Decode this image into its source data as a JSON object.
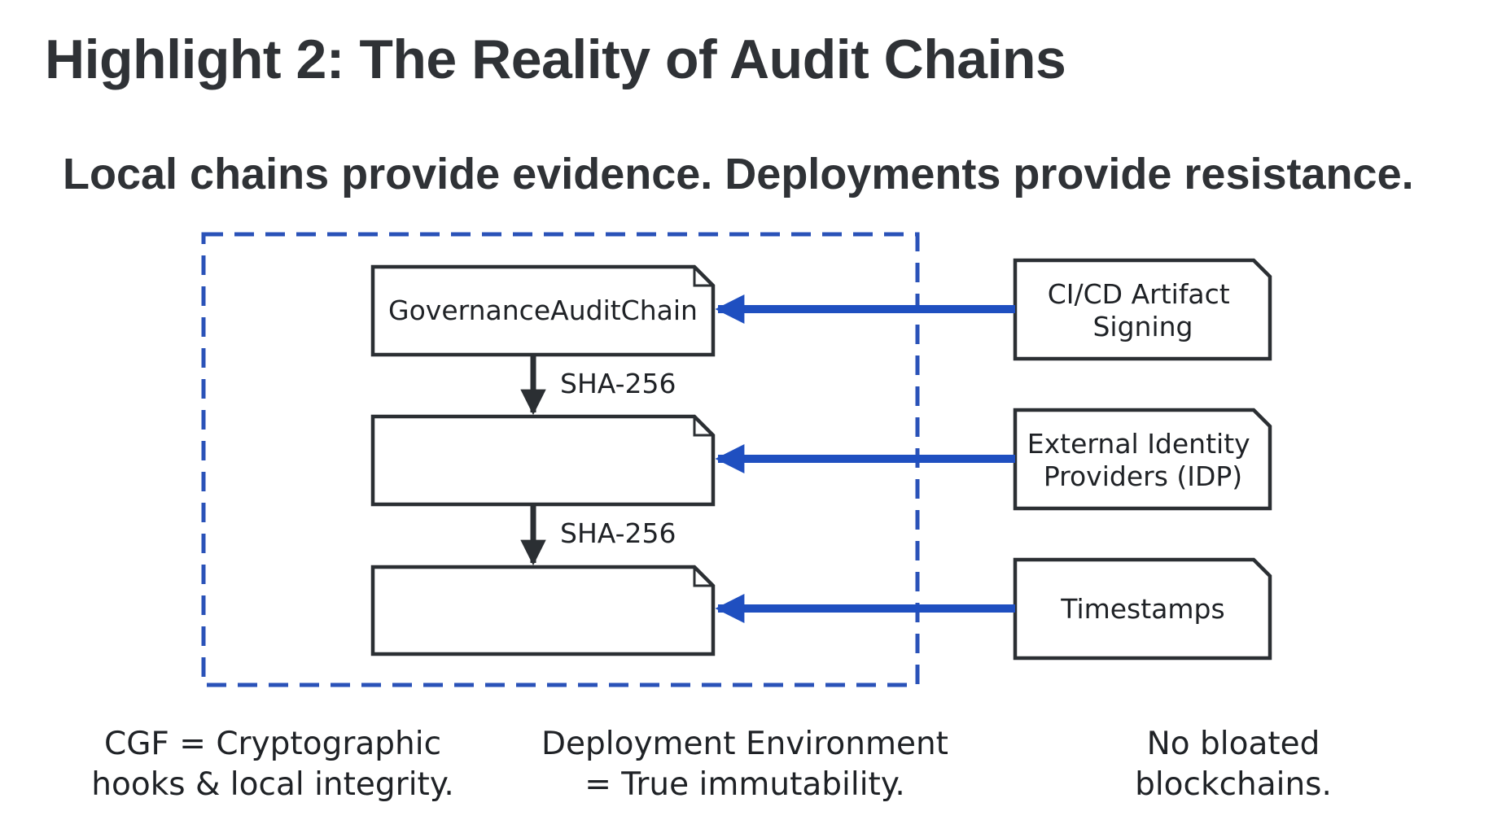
{
  "title": "Highlight 2: The Reality of Audit Chains",
  "subtitle": "Local chains provide evidence. Deployments provide resistance.",
  "chain": {
    "blocks": [
      "GovernanceAuditChain",
      "",
      ""
    ],
    "links": [
      "SHA-256",
      "SHA-256"
    ]
  },
  "external": {
    "nodes": [
      [
        "CI/CD Artifact",
        "Signing"
      ],
      [
        "External Identity",
        "Providers (IDP)"
      ],
      [
        "Timestamps"
      ]
    ]
  },
  "captions": {
    "left": "CGF = Cryptographic\nhooks & local integrity.",
    "middle": "Deployment Environment\n= True immutability.",
    "right": "No bloated\nblockchains."
  },
  "colors": {
    "accent_blue": "#1f4fc0",
    "dashed_border": "#2a52b8",
    "box_stroke": "#2b2f33",
    "text": "#1f2226"
  }
}
